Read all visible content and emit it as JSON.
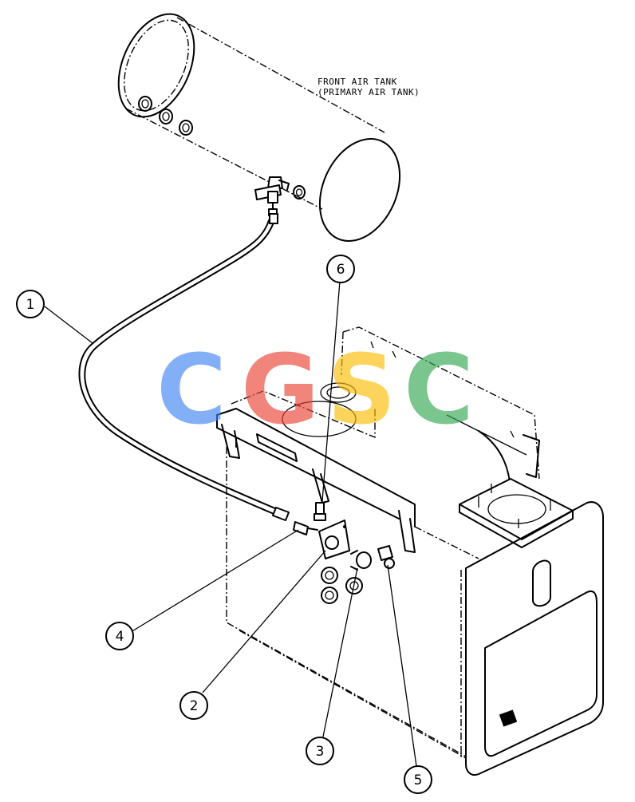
{
  "tank_label": {
    "line1": "FRONT AIR TANK",
    "line2": "(PRIMARY AIR TANK)"
  },
  "callouts": [
    {
      "id": "1",
      "label": "1"
    },
    {
      "id": "2",
      "label": "2"
    },
    {
      "id": "3",
      "label": "3"
    },
    {
      "id": "4",
      "label": "4"
    },
    {
      "id": "5",
      "label": "5"
    },
    {
      "id": "6",
      "label": "6"
    }
  ],
  "watermark": {
    "letters": [
      "C",
      "G",
      "S",
      "C"
    ],
    "colors": [
      "#4285F4",
      "#EA4335",
      "#FBBC05",
      "#34A853"
    ]
  }
}
